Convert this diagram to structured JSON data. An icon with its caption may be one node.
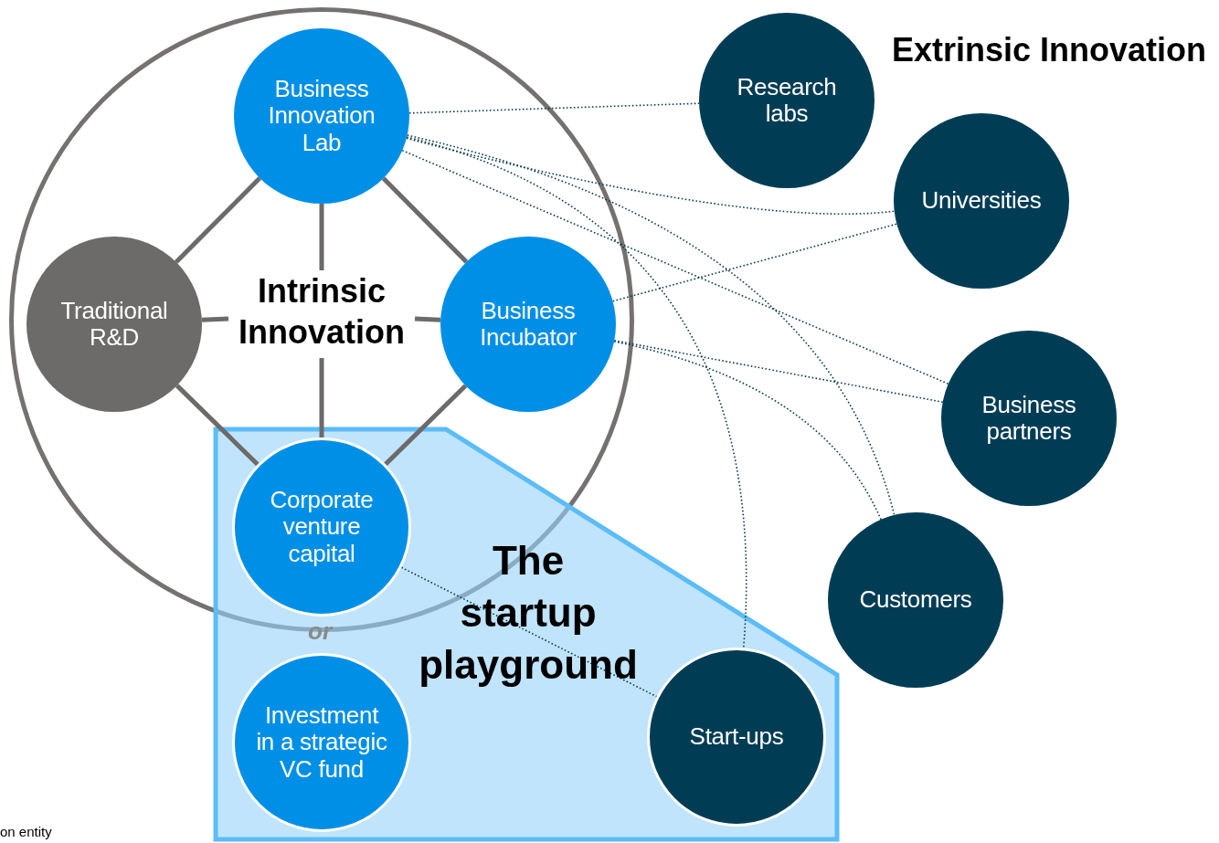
{
  "diagram": {
    "nodes": [
      {
        "text": [],
        "shape": "circle"
      },
      {
        "text": [
          "Business Innovation Lab"
        ],
        "in": 0
      },
      {
        "text": [
          "Traditional R&D"
        ],
        "in": 0
      },
      {
        "text": [
          "Intrinsic Innovation"
        ],
        "in": 0
      },
      {
        "text": [
          "Business Incubator"
        ],
        "in": 0
      },
      {
        "text": [
          "The startup playground"
        ]
      },
      {
        "text": [
          "Corporate venture capital"
        ]
      },
      {
        "text": [
          "Investment in a strategic VC fund"
        ],
        "in": 5
      },
      {
        "text": [
          "Start-ups"
        ],
        "in": 5
      },
      {
        "text": [
          "Research labs"
        ]
      },
      {
        "text": [
          "Universities"
        ]
      },
      {
        "text": [
          "Business partners"
        ]
      },
      {
        "text": [
          "Customers"
        ]
      }
    ],
    "edges": [
      {
        "from": 1,
        "to": 2,
        "arrow": "none",
        "style": "thick",
        "color": "#6d6a6a"
      },
      {
        "from": 1,
        "to": 4,
        "arrow": "none",
        "style": "thick",
        "color": "#6d6a6a"
      },
      {
        "from": 1,
        "to": 3,
        "arrow": "none",
        "style": "thick",
        "color": "#6d6a6a"
      },
      {
        "from": 2,
        "to": 3,
        "arrow": "none",
        "style": "thick",
        "color": "#6d6a6a"
      },
      {
        "from": 3,
        "to": 4,
        "arrow": "none",
        "style": "thick",
        "color": "#6d6a6a"
      },
      {
        "from": 3,
        "to": 6,
        "arrow": "none",
        "style": "thick",
        "color": "#6d6a6a"
      },
      {
        "from": 2,
        "to": 6,
        "arrow": "none",
        "style": "thick",
        "color": "#6d6a6a"
      },
      {
        "from": 4,
        "to": 6,
        "arrow": "none",
        "style": "thick",
        "color": "#6d6a6a"
      },
      {
        "from": 1,
        "to": 9,
        "arrow": "none",
        "style": "dashed"
      },
      {
        "from": 1,
        "to": 10,
        "arrow": "none",
        "style": "dashed"
      },
      {
        "from": 1,
        "to": 11,
        "arrow": "none",
        "style": "dashed"
      },
      {
        "from": 1,
        "to": 12,
        "arrow": "none",
        "style": "dashed"
      },
      {
        "from": 1,
        "to": 8,
        "arrow": "none",
        "style": "dashed"
      },
      {
        "from": 4,
        "to": 10,
        "arrow": "none",
        "style": "dashed"
      },
      {
        "from": 4,
        "to": 11,
        "arrow": "none",
        "style": "dashed"
      },
      {
        "from": 4,
        "to": 12,
        "arrow": "none",
        "style": "dashed"
      },
      {
        "from": 6,
        "to": 8,
        "arrow": "none",
        "style": "dashed"
      }
    ],
    "labels": [
      "Extrinsic Innovation",
      "or",
      "on entity"
    ]
  }
}
